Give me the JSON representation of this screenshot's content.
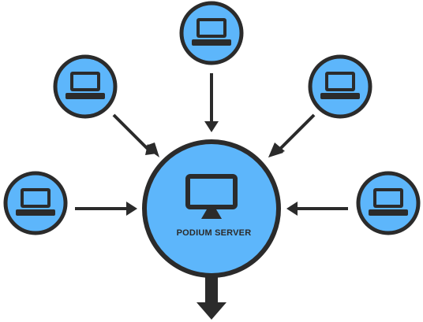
{
  "server": {
    "label": "PODIUM SERVER",
    "icon": "desktop-monitor-icon"
  },
  "clients": [
    {
      "name": "client-top",
      "icon": "laptop-icon"
    },
    {
      "name": "client-upper-left",
      "icon": "laptop-icon"
    },
    {
      "name": "client-upper-right",
      "icon": "laptop-icon"
    },
    {
      "name": "client-left",
      "icon": "laptop-icon"
    },
    {
      "name": "client-right",
      "icon": "laptop-icon"
    }
  ],
  "colors": {
    "node_fill": "#5db6fb",
    "outline": "#2b2b2b",
    "background": "#ffffff"
  }
}
